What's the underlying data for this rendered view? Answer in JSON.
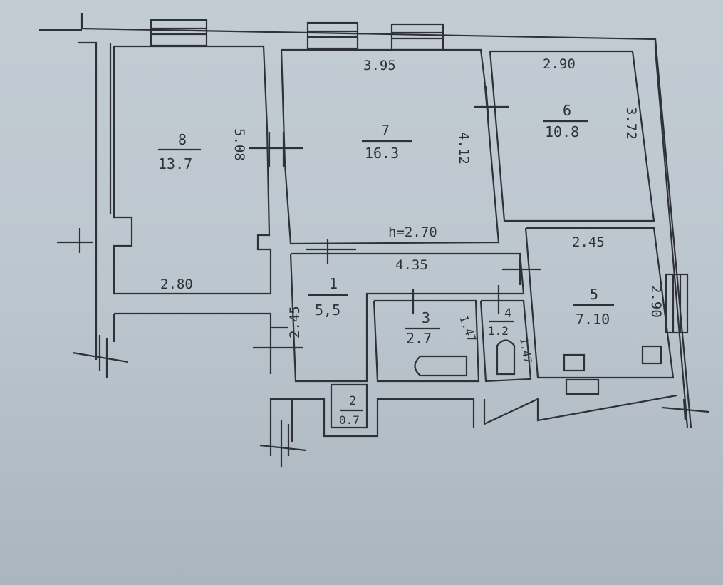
{
  "plan": {
    "ceiling_height": "h=2.70",
    "rooms": [
      {
        "number": "8",
        "area": "13.7",
        "dims": [
          "5.08",
          "2.80"
        ]
      },
      {
        "number": "7",
        "area": "16.3",
        "dims": [
          "3.95",
          "4.12"
        ]
      },
      {
        "number": "6",
        "area": "10.8",
        "dims": [
          "2.90",
          "3.72"
        ]
      },
      {
        "number": "5",
        "area": "7.10",
        "dims": [
          "2.45",
          "2.90"
        ]
      },
      {
        "number": "1",
        "area": "5,5",
        "dims": [
          "4.35",
          "2.45"
        ]
      },
      {
        "number": "3",
        "area": "2.7",
        "dims": [
          "1.47"
        ]
      },
      {
        "number": "4",
        "area": "1.2",
        "dims": [
          "1.47"
        ]
      },
      {
        "number": "2",
        "area": "0.7",
        "dims": []
      }
    ]
  }
}
